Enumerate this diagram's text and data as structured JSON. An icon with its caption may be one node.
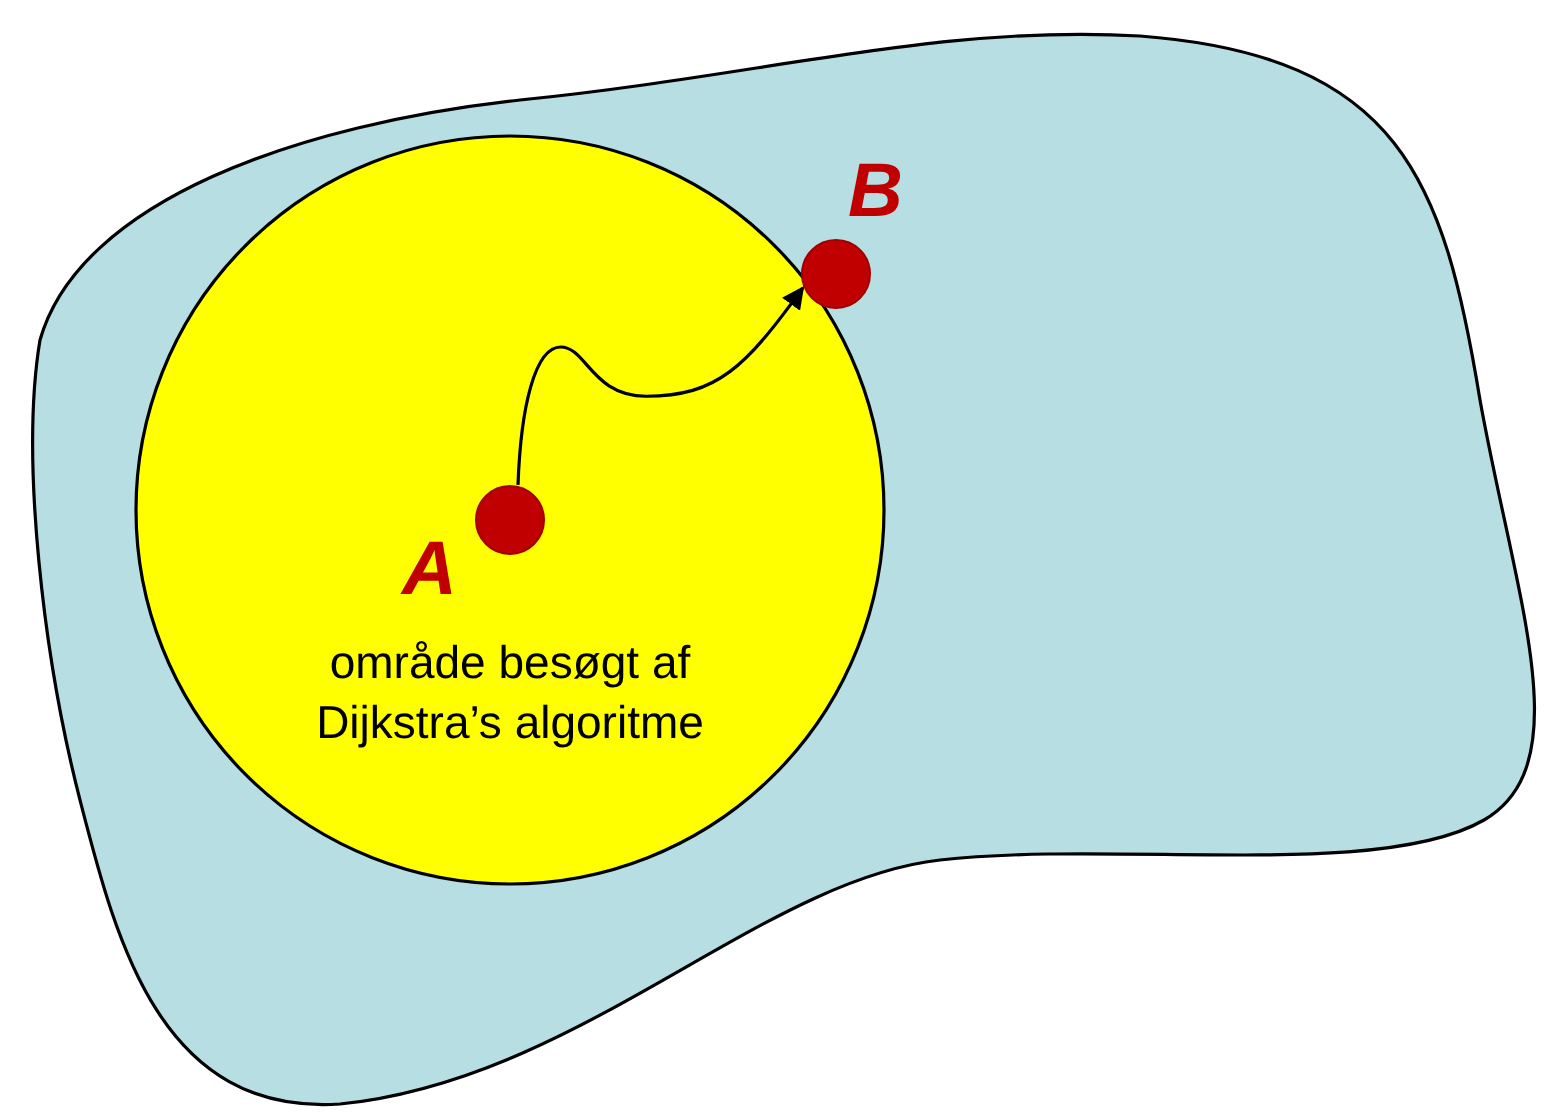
{
  "diagram": {
    "nodes": [
      {
        "text": [],
        "shape": "cloud"
      },
      {
        "text": [
          "område besøgt af Dijkstra’s algoritme"
        ],
        "in": 0
      },
      {
        "text": [],
        "shape": "circle",
        "beside": [
          "B"
        ],
        "in": 0
      },
      {
        "text": [],
        "shape": "circle",
        "beside": [
          "A"
        ],
        "in": 1
      }
    ],
    "edges": [
      {
        "from": 3,
        "to": 2,
        "arrow": "to"
      }
    ]
  }
}
